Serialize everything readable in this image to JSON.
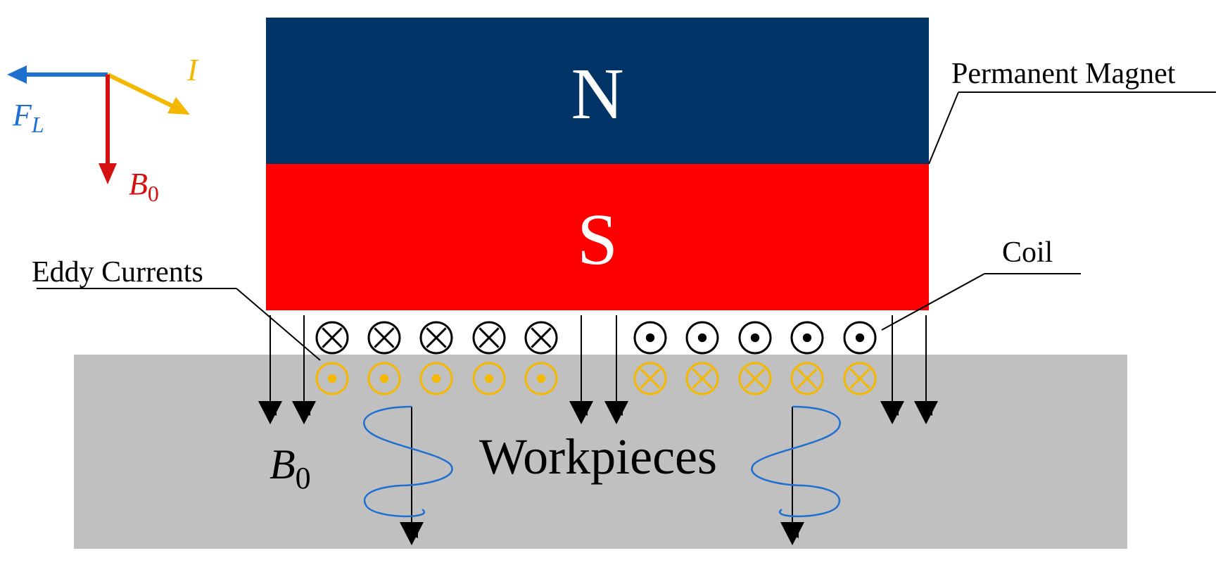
{
  "labels": {
    "north_pole": "N",
    "south_pole": "S",
    "permanent_magnet": "Permanent Magnet",
    "coil": "Coil",
    "eddy_currents": "Eddy Currents",
    "workpieces": "Workpieces"
  },
  "legend": {
    "force_symbol": "F",
    "force_subscript": "L",
    "current_symbol": "I",
    "field_symbol": "B",
    "field_subscript": "0"
  },
  "field_label": {
    "symbol": "B",
    "subscript": "0"
  },
  "coil_row": {
    "left_group_count": 5,
    "left_group_symbol": "cross",
    "right_group_count": 5,
    "right_group_symbol": "dot"
  },
  "eddy_row": {
    "left_group_count": 5,
    "left_group_symbol": "dot",
    "right_group_count": 5,
    "right_group_symbol": "cross"
  },
  "colors": {
    "north": "#003366",
    "south": "#ff0000",
    "workpiece": "#c0c0c0",
    "force": "#1f6fd1",
    "current": "#f5b800",
    "field_arrow": "#d41010",
    "eddy": "#f5b800",
    "eddy_spiral": "#1f6fd1",
    "coil": "#000000"
  }
}
